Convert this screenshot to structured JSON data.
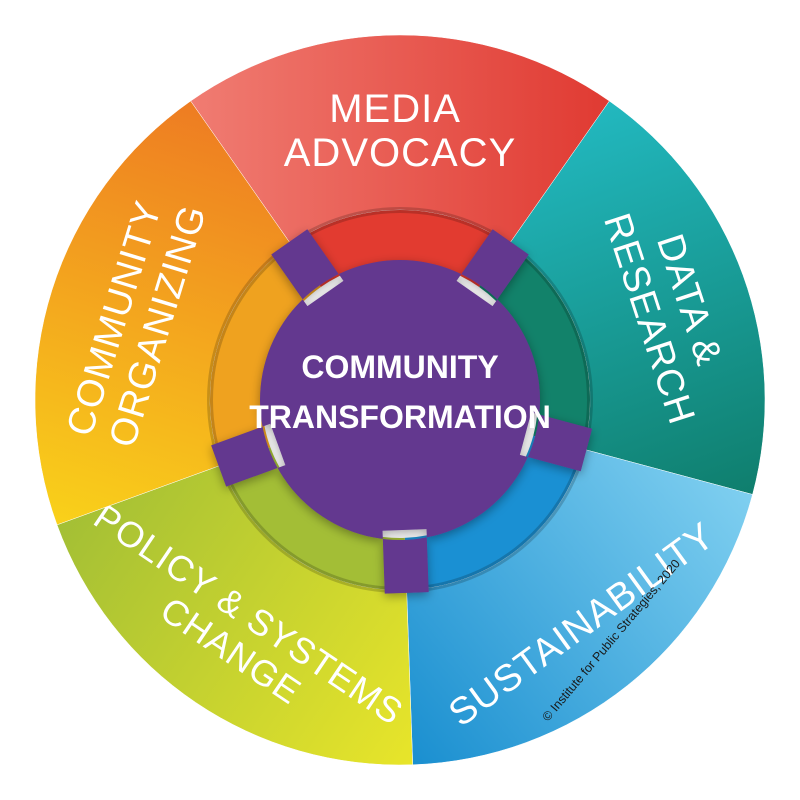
{
  "segments": [
    {
      "id": "media-advocacy",
      "lines": [
        "MEDIA",
        "ADVOCACY"
      ],
      "color_light": "#f07c72",
      "color_dark": "#e03a32",
      "inner_color": "#e23b30"
    },
    {
      "id": "data-research",
      "lines": [
        "DATA &",
        "RESEARCH"
      ],
      "color_light": "#22b8bf",
      "color_dark": "#0f7e6d",
      "inner_color": "#12826a"
    },
    {
      "id": "sustainability",
      "lines": [
        "SUSTAINABILITY"
      ],
      "color_light": "#7fcff0",
      "color_dark": "#1a8fd0",
      "inner_color": "#1a90d3"
    },
    {
      "id": "policy-systems-change",
      "lines": [
        "POLICY & SYSTEMS",
        "CHANGE"
      ],
      "color_light": "#e8e52a",
      "color_dark": "#a3bf35",
      "inner_color": "#a3be36"
    },
    {
      "id": "community-organizing",
      "lines": [
        "COMMUNITY",
        "ORGANIZING"
      ],
      "color_light": "#f9d11a",
      "color_dark": "#ee7c22",
      "inner_color": "#efa21f"
    }
  ],
  "center": {
    "line1": "COMMUNITY",
    "line2": "TRANSFORMATION",
    "color": "#64378f"
  },
  "copyright": "© Institute for Public Strategies, 2020"
}
